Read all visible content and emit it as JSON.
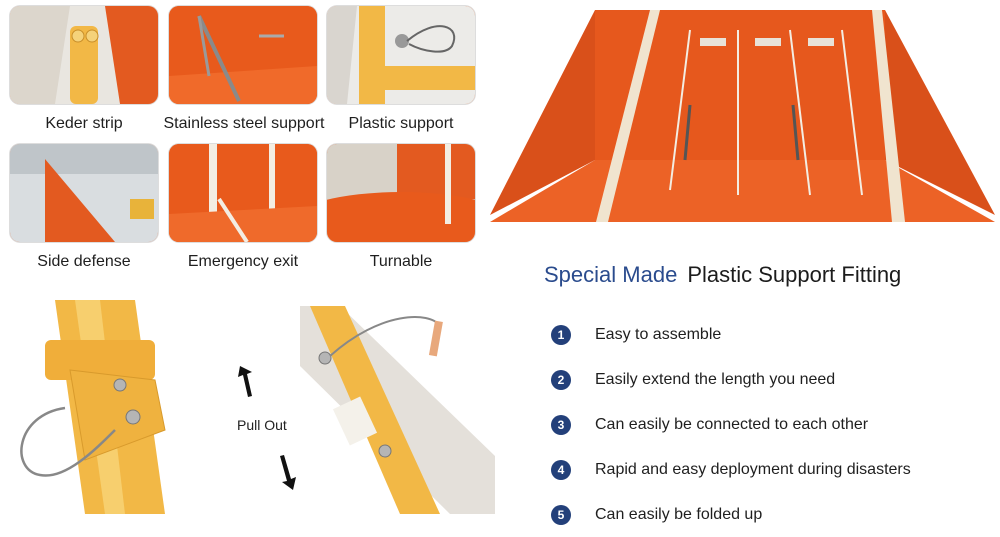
{
  "thumbnails": [
    {
      "caption": "Keder strip"
    },
    {
      "caption": "Stainless steel support"
    },
    {
      "caption": "Plastic support"
    },
    {
      "caption": "Side defense"
    },
    {
      "caption": "Emergency exit"
    },
    {
      "caption": "Turnable"
    }
  ],
  "heading": {
    "accent": "Special Made",
    "rest": "Plastic Support Fitting"
  },
  "features": [
    {
      "num": "1",
      "text": "Easy to assemble"
    },
    {
      "num": "2",
      "text": "Easily extend the length you need"
    },
    {
      "num": "3",
      "text": "Can easily be connected to each other"
    },
    {
      "num": "4",
      "text": "Rapid and easy deployment during disasters"
    },
    {
      "num": "5",
      "text": "Can easily be folded up"
    }
  ],
  "annotation": {
    "pull_out": "Pull Out"
  },
  "colors": {
    "barrier_orange": "#e85a1c",
    "support_yellow": "#f2b846",
    "heading_blue": "#2a4b8d",
    "badge_navy": "#23407a"
  },
  "icons": {
    "arrow_up": "arrow-up-icon",
    "arrow_down": "arrow-down-icon"
  }
}
